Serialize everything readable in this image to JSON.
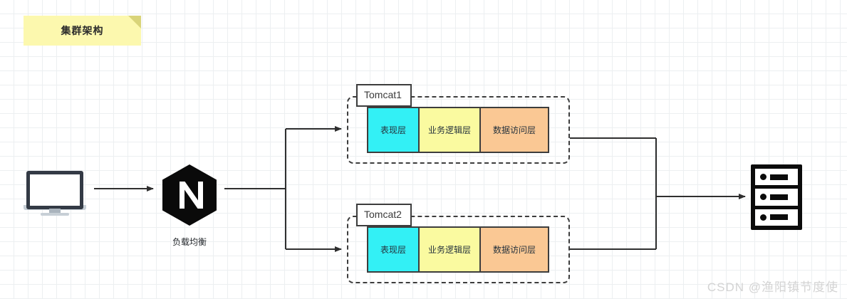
{
  "diagram": {
    "title_note": "集群架构",
    "watermark": "CSDN @渔阳镇节度使",
    "colors": {
      "presentation_layer": "#33f0f5",
      "business_layer": "#fafaa0",
      "data_access_layer": "#fac894",
      "note_background": "#fcf8ae",
      "note_fold": "#d9d479",
      "stroke": "#3d3d3d",
      "grid": "#eceff1",
      "watermark_text": "#d3d3d3"
    },
    "client": {
      "icon": "desktop-monitor-icon"
    },
    "load_balancer": {
      "icon": "nginx-logo-icon",
      "letter": "N",
      "caption": "负载均衡"
    },
    "nodes": [
      {
        "label": "Tomcat1",
        "layers": [
          {
            "name": "表现层",
            "color": "#33f0f5"
          },
          {
            "name": "业务逻辑层",
            "color": "#fafaa0"
          },
          {
            "name": "数据访问层",
            "color": "#fac894"
          }
        ]
      },
      {
        "label": "Tomcat2",
        "layers": [
          {
            "name": "表现层",
            "color": "#33f0f5"
          },
          {
            "name": "业务逻辑层",
            "color": "#fafaa0"
          },
          {
            "name": "数据访问层",
            "color": "#fac894"
          }
        ]
      }
    ],
    "database": {
      "icon": "server-rack-icon",
      "bays": 3
    },
    "connectors": [
      {
        "from": "client",
        "to": "load-balancer",
        "style": "arrow"
      },
      {
        "from": "load-balancer",
        "to": "tomcat1",
        "style": "branch-arrow"
      },
      {
        "from": "load-balancer",
        "to": "tomcat2",
        "style": "branch-arrow"
      },
      {
        "from": "tomcat1",
        "to": "database",
        "style": "merge-arrow"
      },
      {
        "from": "tomcat2",
        "to": "database",
        "style": "merge-arrow"
      }
    ]
  }
}
